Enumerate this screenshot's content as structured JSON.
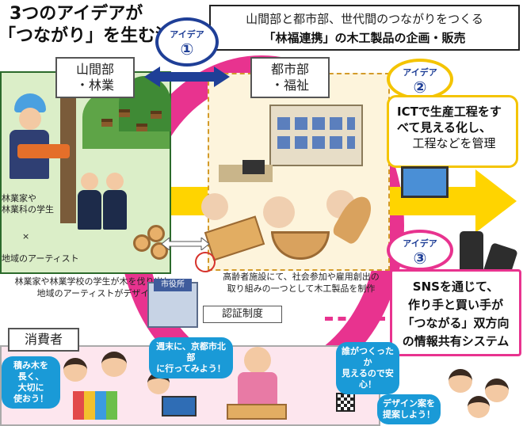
{
  "title": {
    "line1": "3つのアイデアが",
    "line2": "「つながり」を生む流れ"
  },
  "theme": {
    "line1": "山間部と都市部、世代間のつながりをつくる",
    "line2": "「林福連携」の木工製品の企画・販売"
  },
  "ideas": [
    {
      "label": "アイデア",
      "number": "①"
    },
    {
      "label": "アイデア",
      "number": "②"
    },
    {
      "label": "アイデア",
      "number": "③"
    }
  ],
  "regions": {
    "mountain": {
      "label_line1": "山間部",
      "label_line2": "・林業"
    },
    "city": {
      "label_line1": "都市部",
      "label_line2": "・福祉"
    },
    "consumer": {
      "label": "消費者"
    }
  },
  "captions": {
    "forester_line1": "林業家や",
    "forester_line2": "林業科の学生",
    "cross": "×",
    "artist": "地域のアーティスト",
    "mountain_desc_line1": "林業家や林業学校の学生が木を伐り出し、",
    "mountain_desc_line2": "地域のアーティストがデザイン",
    "city_desc_line1": "高齢者施設にて、社会参加や雇用創出の",
    "city_desc_line2": "取り組みの一つとして木工製品を制作"
  },
  "city_hall_sign": "市役所",
  "certification": "認証制度",
  "idea2_text": {
    "line1": "ICTで生産工程をす",
    "line2": "べて見える化し、",
    "line3": "工程などを管理"
  },
  "idea3_text": {
    "line1": "SNSを通じて、",
    "line2": "作り手と買い手が",
    "line3": "「つながる」双方向",
    "line4": "の情報共有システム"
  },
  "bubbles": {
    "blocks": [
      "積み木を",
      "長く、",
      "大切に",
      "使おう！"
    ],
    "kyoto": [
      "週末に、京都市北部",
      "に行ってみよう！"
    ],
    "safe": [
      "誰がつくったか",
      "見えるので安心！"
    ],
    "design": [
      "デザイン案を",
      "提案しよう！"
    ]
  },
  "colors": {
    "pink": "#e8338f",
    "yellow": "#ffd400",
    "navy": "#1f3f97",
    "forest_green": "#dbeec8",
    "city_beige": "#fdf4dc"
  },
  "icons": [
    "double-arrow-icon",
    "ring-flow",
    "yellow-arrow",
    "chainsaw-worker",
    "city-hall",
    "computer",
    "smartphone",
    "qr-code"
  ]
}
